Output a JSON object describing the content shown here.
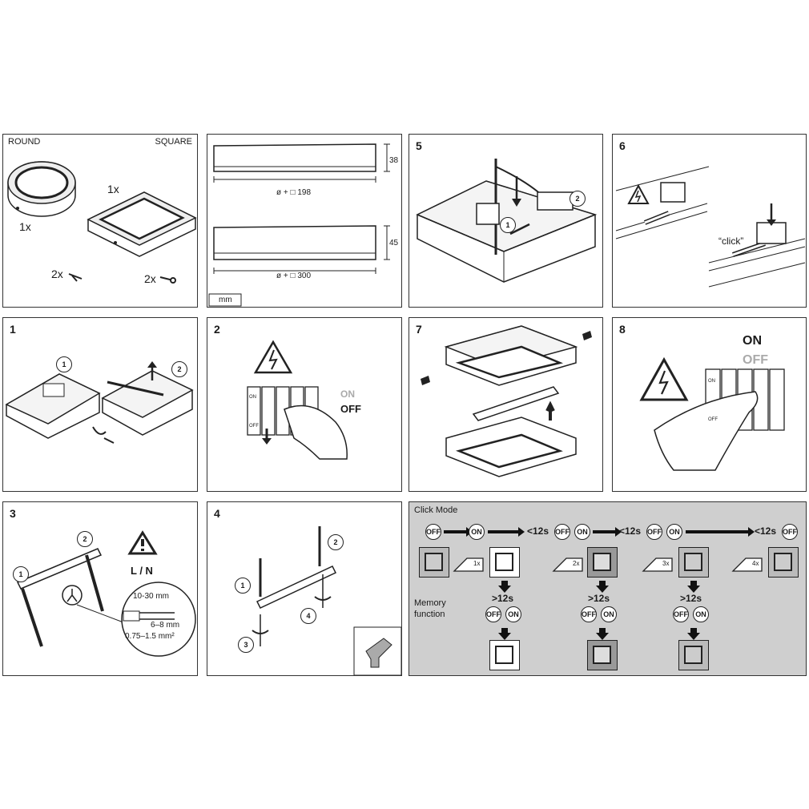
{
  "panel_a": {
    "round_label": "ROUND",
    "square_label": "SQUARE",
    "qty_round": "1x",
    "qty_square": "1x",
    "screws_round": "2x",
    "screws_square": "2x"
  },
  "panel_b": {
    "dim_h1": "38",
    "dim_w1": "ø + □ 198",
    "dim_h2": "45",
    "dim_w2": "ø + □ 300",
    "unit": "mm"
  },
  "panel_5": {
    "num": "5",
    "c1": "1",
    "c2": "2"
  },
  "panel_6": {
    "num": "6",
    "click": "“click”"
  },
  "panel_1": {
    "num": "1",
    "c1": "1",
    "c2": "2"
  },
  "panel_2": {
    "num": "2",
    "on": "ON",
    "off": "OFF",
    "sw_on": "ON",
    "sw_off": "OFF"
  },
  "panel_7": {
    "num": "7"
  },
  "panel_8": {
    "num": "8",
    "on": "ON",
    "off": "OFF",
    "sw_on": "ON",
    "sw_off": "OFF"
  },
  "panel_3": {
    "num": "3",
    "c1": "1",
    "c2": "2",
    "ln": "L / N",
    "strip": "10-30 mm",
    "bare": "6–8 mm",
    "cross": "0.75–1.5 mm²"
  },
  "panel_4": {
    "num": "4",
    "c1": "1",
    "c2": "2",
    "c3": "3",
    "c4": "4"
  },
  "click_mode": {
    "title": "Click Mode",
    "off": "OFF",
    "on": "ON",
    "lt12": "<12s",
    "gt12": ">12s",
    "memory": "Memory",
    "function": "function",
    "press1": "1x",
    "press2": "2x",
    "press3": "3x",
    "press4": "4x"
  }
}
